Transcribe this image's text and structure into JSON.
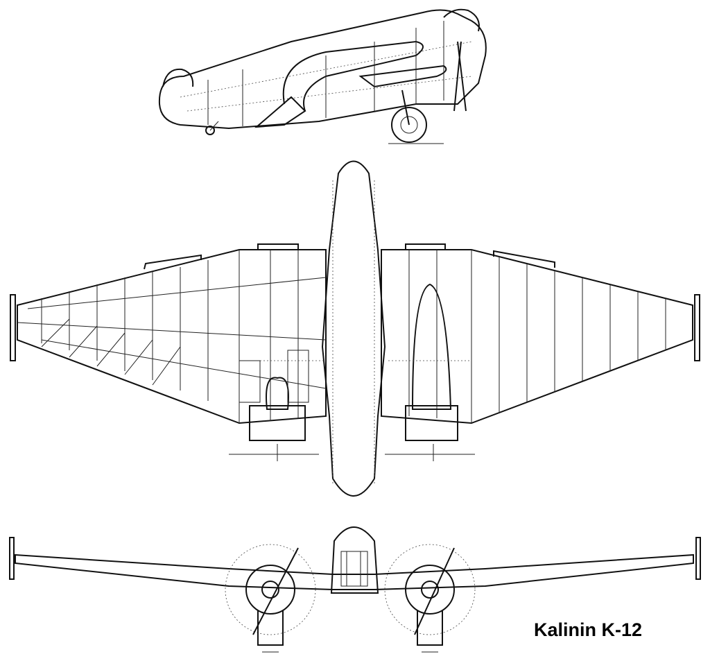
{
  "caption": "Kalinin K-12",
  "views": [
    "side-view",
    "top-view",
    "front-view"
  ]
}
